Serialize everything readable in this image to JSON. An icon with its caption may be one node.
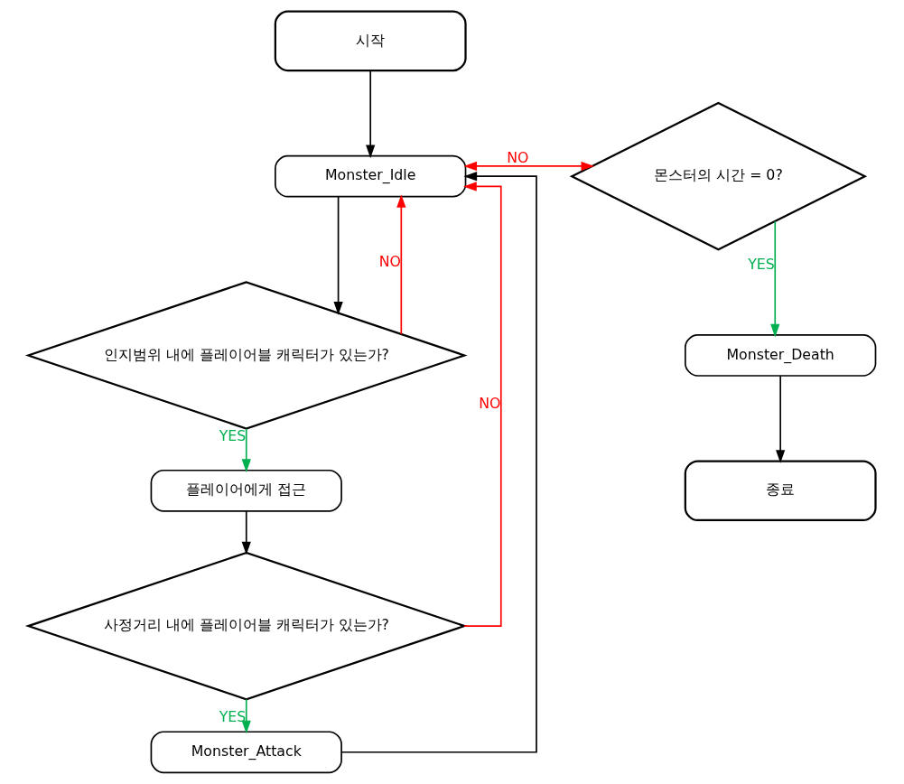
{
  "diagram": {
    "nodes": [
      {
        "text": [
          "시작"
        ]
      },
      {
        "text": [
          "Monster_Idle"
        ]
      },
      {
        "text": [
          "몬스터의 시간 = 0?"
        ]
      },
      {
        "text": [
          "Monster_Death"
        ]
      },
      {
        "text": [
          "종료"
        ]
      },
      {
        "text": [
          "인지범위 내에 플레이어블 캐릭터가 있는가?"
        ]
      },
      {
        "text": [
          "플레이어에게 접근"
        ]
      },
      {
        "text": [
          "사정거리 내에 플레이어블 캐릭터가 있는가?"
        ]
      },
      {
        "text": [
          "Monster_Attack"
        ]
      }
    ],
    "edges": [
      {
        "from": 0,
        "to": 1,
        "arrow": "to"
      },
      {
        "from": 1,
        "to": 2,
        "arrow": "both",
        "label": "NO",
        "color": "#ff0000"
      },
      {
        "from": 2,
        "to": 3,
        "arrow": "to",
        "label": "YES",
        "color": "#00b050"
      },
      {
        "from": 3,
        "to": 4,
        "arrow": "to"
      },
      {
        "from": 1,
        "to": 5,
        "arrow": "to"
      },
      {
        "from": 5,
        "to": 1,
        "arrow": "to",
        "label": "NO",
        "color": "#ff0000"
      },
      {
        "from": 5,
        "to": 6,
        "arrow": "to",
        "label": "YES",
        "color": "#00b050"
      },
      {
        "from": 6,
        "to": 7,
        "arrow": "to"
      },
      {
        "from": 7,
        "to": 1,
        "arrow": "to",
        "label": "NO",
        "color": "#ff0000"
      },
      {
        "from": 7,
        "to": 8,
        "arrow": "to",
        "label": "YES",
        "color": "#00b050"
      },
      {
        "from": 8,
        "to": 1,
        "arrow": "to"
      }
    ]
  }
}
